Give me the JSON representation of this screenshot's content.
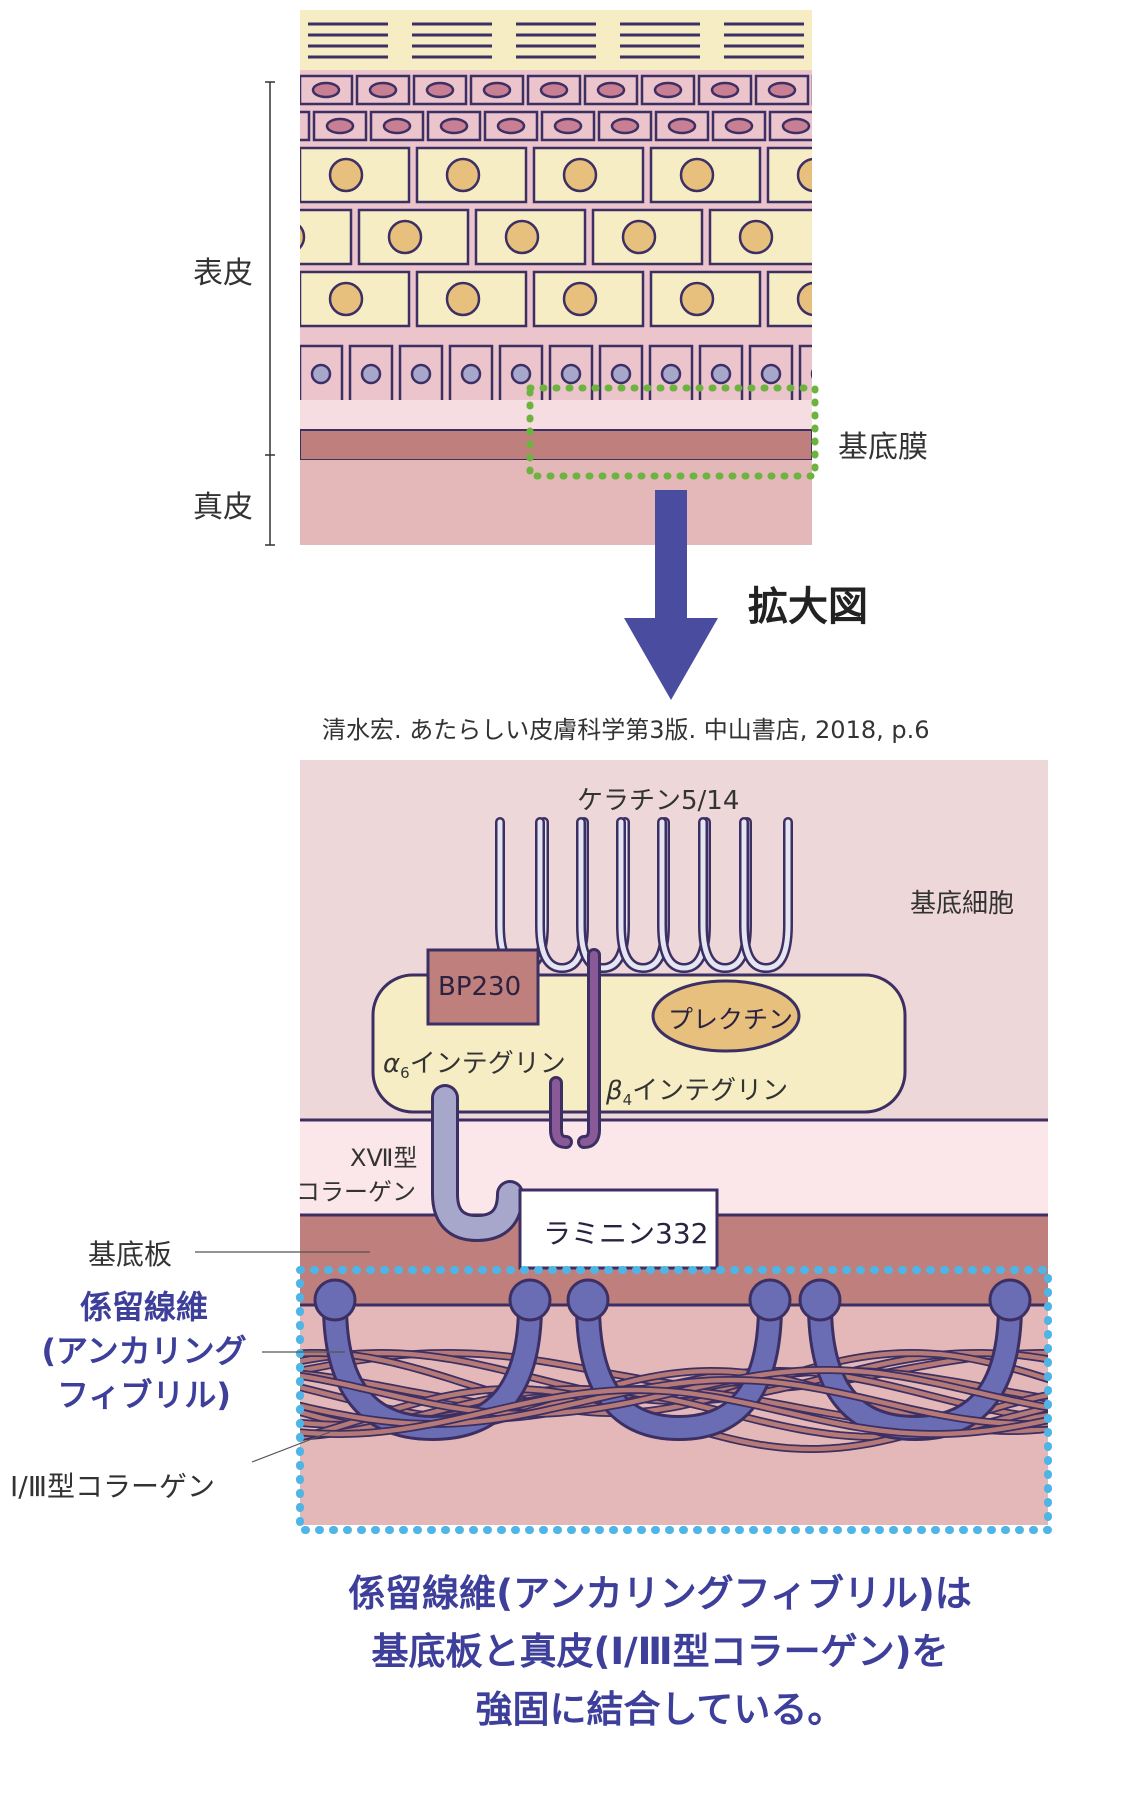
{
  "upper": {
    "epidermis_label": "表皮",
    "dermis_label": "真皮",
    "basement_membrane_label": "基底膜",
    "zoom_label": "拡大図"
  },
  "citation": "清水宏. あたらしい皮膚科学第3版. 中山書店, 2018, p.6",
  "lower": {
    "keratin_label": "ケラチン5/14",
    "basal_cell_label": "基底細胞",
    "bp230_label": "BP230",
    "plectin_label": "プレクチン",
    "a6_integrin_greek": "α",
    "a6_integrin_sub": "6",
    "a6_integrin_text": "インテグリン",
    "b4_integrin_greek": "β",
    "b4_integrin_sub": "4",
    "b4_integrin_text": "インテグリン",
    "col17_line1": "ⅩⅦ型",
    "col17_line2": "コラーゲン",
    "laminin_label": "ラミニン332",
    "basal_lamina_label": "基底板",
    "anchoring_line1": "係留線維",
    "anchoring_line2": "(アンカリング",
    "anchoring_line3": "フィブリル)",
    "collagen13_label": "Ⅰ/Ⅲ型コラーゲン"
  },
  "caption": {
    "line1": "係留線維(アンカリングフィブリル)は",
    "line2": "基底板と真皮(Ⅰ/Ⅲ型コラーゲン)を",
    "line3": "強固に結合している。"
  },
  "colors": {
    "outline": "#3c2f63",
    "cell_yellow": "#f7edc4",
    "nucleus": "#e8c07d",
    "cell_pink": "#ecc4cc",
    "basal_pink": "#e6c3cc",
    "lamina": "#bf7f7c",
    "dermis": "#e4b8b8",
    "arrow": "#4a4d9f",
    "dotted_green": "#6db33f",
    "dotted_blue": "#4fb5e6",
    "fibril": "#6a6db3",
    "collagen": "#b57a78",
    "text_blue": "#3d3f9a"
  }
}
